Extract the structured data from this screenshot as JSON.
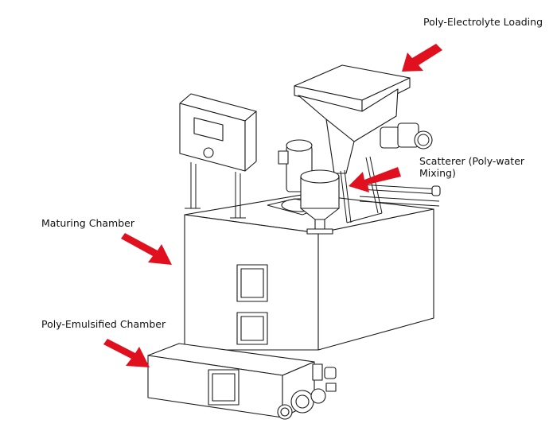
{
  "diagram": {
    "subject": "Polymer preparation / dosing unit isometric line drawing",
    "accent_color": "#e0101e",
    "line_color": "#1a1a1a",
    "labels": {
      "poly_electrolyte_loading": "Poly-Electrolyte Loading",
      "scatterer_line1": "Scatterer (Poly-water",
      "scatterer_line2": "Mixing)",
      "maturing_chamber": "Maturing Chamber",
      "poly_emulsified_chamber": "Poly-Emulsified Chamber"
    },
    "components": [
      "control-panel",
      "hopper",
      "motor",
      "gear-motor",
      "scatterer",
      "maturing-chamber-tank",
      "poly-emulsified-chamber-tank",
      "valves",
      "inspection-windows"
    ]
  }
}
